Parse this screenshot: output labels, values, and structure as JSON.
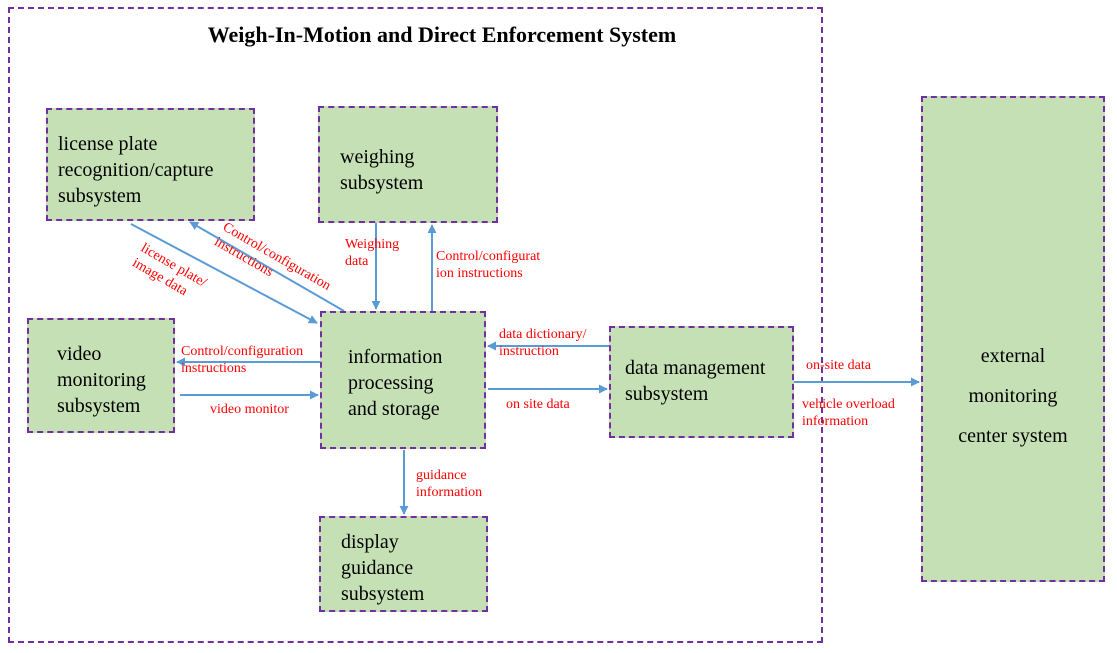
{
  "title": "Weigh-In-Motion and Direct Enforcement System",
  "nodes": {
    "lpr": "license plate\nrecognition/capture\nsubsystem",
    "weighing": "weighing\nsubsystem",
    "video": "video\nmonitoring\nsubsystem",
    "info": "information\nprocessing\nand storage",
    "data_mgmt": "data management\nsubsystem",
    "display": "display\nguidance\nsubsystem",
    "external": "external\nmonitoring\ncenter system"
  },
  "edges": {
    "lpr_control": "Control/configuration\ninstructions",
    "lpr_data": "license plate/\nimage data",
    "weighing_data": "Weighing\ndata",
    "weighing_control": "Control/configurat\nion instructions",
    "video_control": "Control/configuration\ninstructions",
    "video_monitor": "video monitor",
    "dm_instruction": "data dictionary/\ninstruction",
    "dm_onsite": "on site data",
    "guidance": "guidance\ninformation",
    "ext_onsite": "on-site data",
    "ext_overload": "vehicle overload\ninformation"
  },
  "colors": {
    "box_fill": "#c5e0b4",
    "box_border": "#7030a0",
    "arrow": "#5b9bd5",
    "edge_label": "#ff0000"
  }
}
